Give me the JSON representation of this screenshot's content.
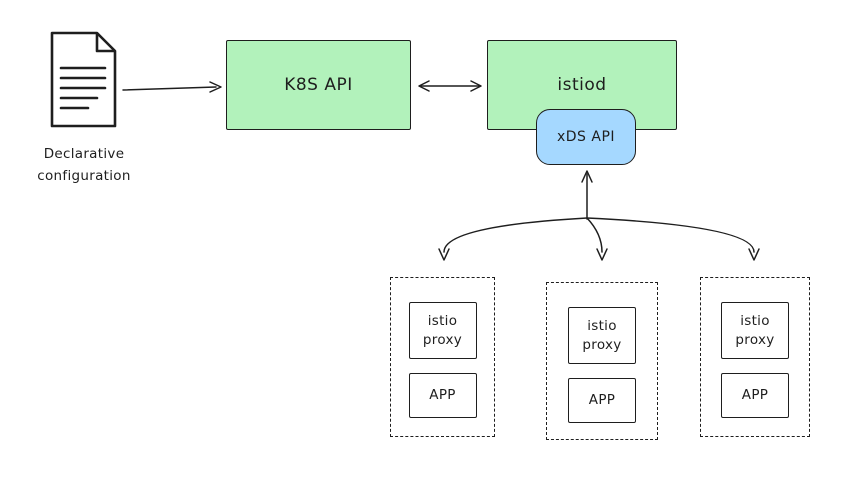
{
  "diagram": {
    "config_doc": {
      "label_line1": "Declarative",
      "label_line2": "configuration"
    },
    "k8s_api": {
      "label": "K8S API"
    },
    "istiod": {
      "label": "istiod"
    },
    "xds_api": {
      "label": "xDS API"
    },
    "pods": [
      {
        "proxy_label_line1": "istio",
        "proxy_label_line2": "proxy",
        "app_label": "APP"
      },
      {
        "proxy_label_line1": "istio",
        "proxy_label_line2": "proxy",
        "app_label": "APP"
      },
      {
        "proxy_label_line1": "istio",
        "proxy_label_line2": "proxy",
        "app_label": "APP"
      }
    ],
    "colors": {
      "box_green": "#b2f2bb",
      "box_blue": "#a5d8ff",
      "stroke": "#1e1e1e",
      "background": "#ffffff"
    }
  }
}
